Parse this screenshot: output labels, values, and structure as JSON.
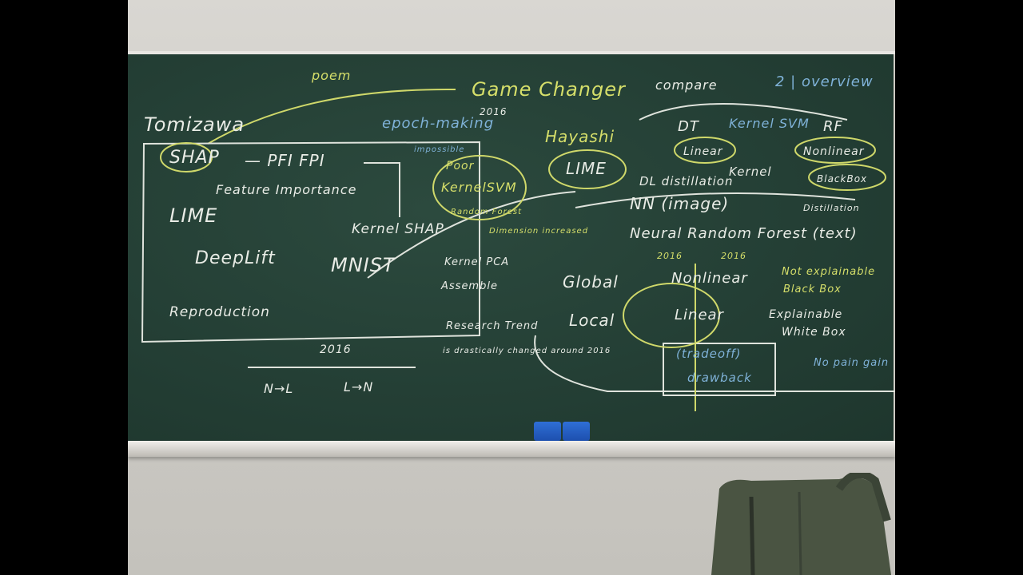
{
  "board": {
    "poem": "poem",
    "game_changer": "Game Changer",
    "game_changer_year": "2016",
    "compare": "compare",
    "overview": "2 | overview",
    "tomizawa": "Tomizawa",
    "epoch_making": "epoch-making",
    "hayashi": "Hayashi",
    "dt": "DT",
    "kernel_svm_top": "Kernel SVM",
    "rf": "RF",
    "shap": "SHAP",
    "fpi": "— PFI FPI",
    "impossible": "impossible",
    "lime_circled": "LIME",
    "linear_top": "Linear",
    "nonlinear_top": "Nonlinear",
    "kernel": "Kernel",
    "blackbox": "BlackBox",
    "feature_importance": "Feature Importance",
    "poor": "Poor",
    "kernelsvm": "KernelSVM",
    "random_forest": "Random Forest",
    "dl_distill": "DL distillation",
    "lime": "LIME",
    "nn_image": "NN (image)",
    "distillation": "Distillation",
    "kernel_shap": "Kernel SHAP",
    "dimension_increased": "Dimension increased",
    "neural_random_forest": "Neural Random Forest (text)",
    "deeplift": "DeepLift",
    "mnist": "MNIST",
    "kernel_pca": "Kernel PCA",
    "year_2016_a": "2016",
    "year_2016_b": "2016",
    "assemble": "Assemble",
    "global": "Global",
    "nonlinear": "Nonlinear",
    "not_explainable": "Not explainable",
    "black_box": "Black Box",
    "reproduction": "Reproduction",
    "research_trend": "Research Trend",
    "local": "Local",
    "linear": "Linear",
    "explainable": "Explainable",
    "white_box": "White Box",
    "changed_2016": "is drastically changed around 2016",
    "tradeoff": "(tradeoff)",
    "drawback": "drawback",
    "no_pain_gain": "No pain gain",
    "bottom_2016": "2016",
    "n_to_l": "N→L",
    "l_to_n": "L→N"
  }
}
